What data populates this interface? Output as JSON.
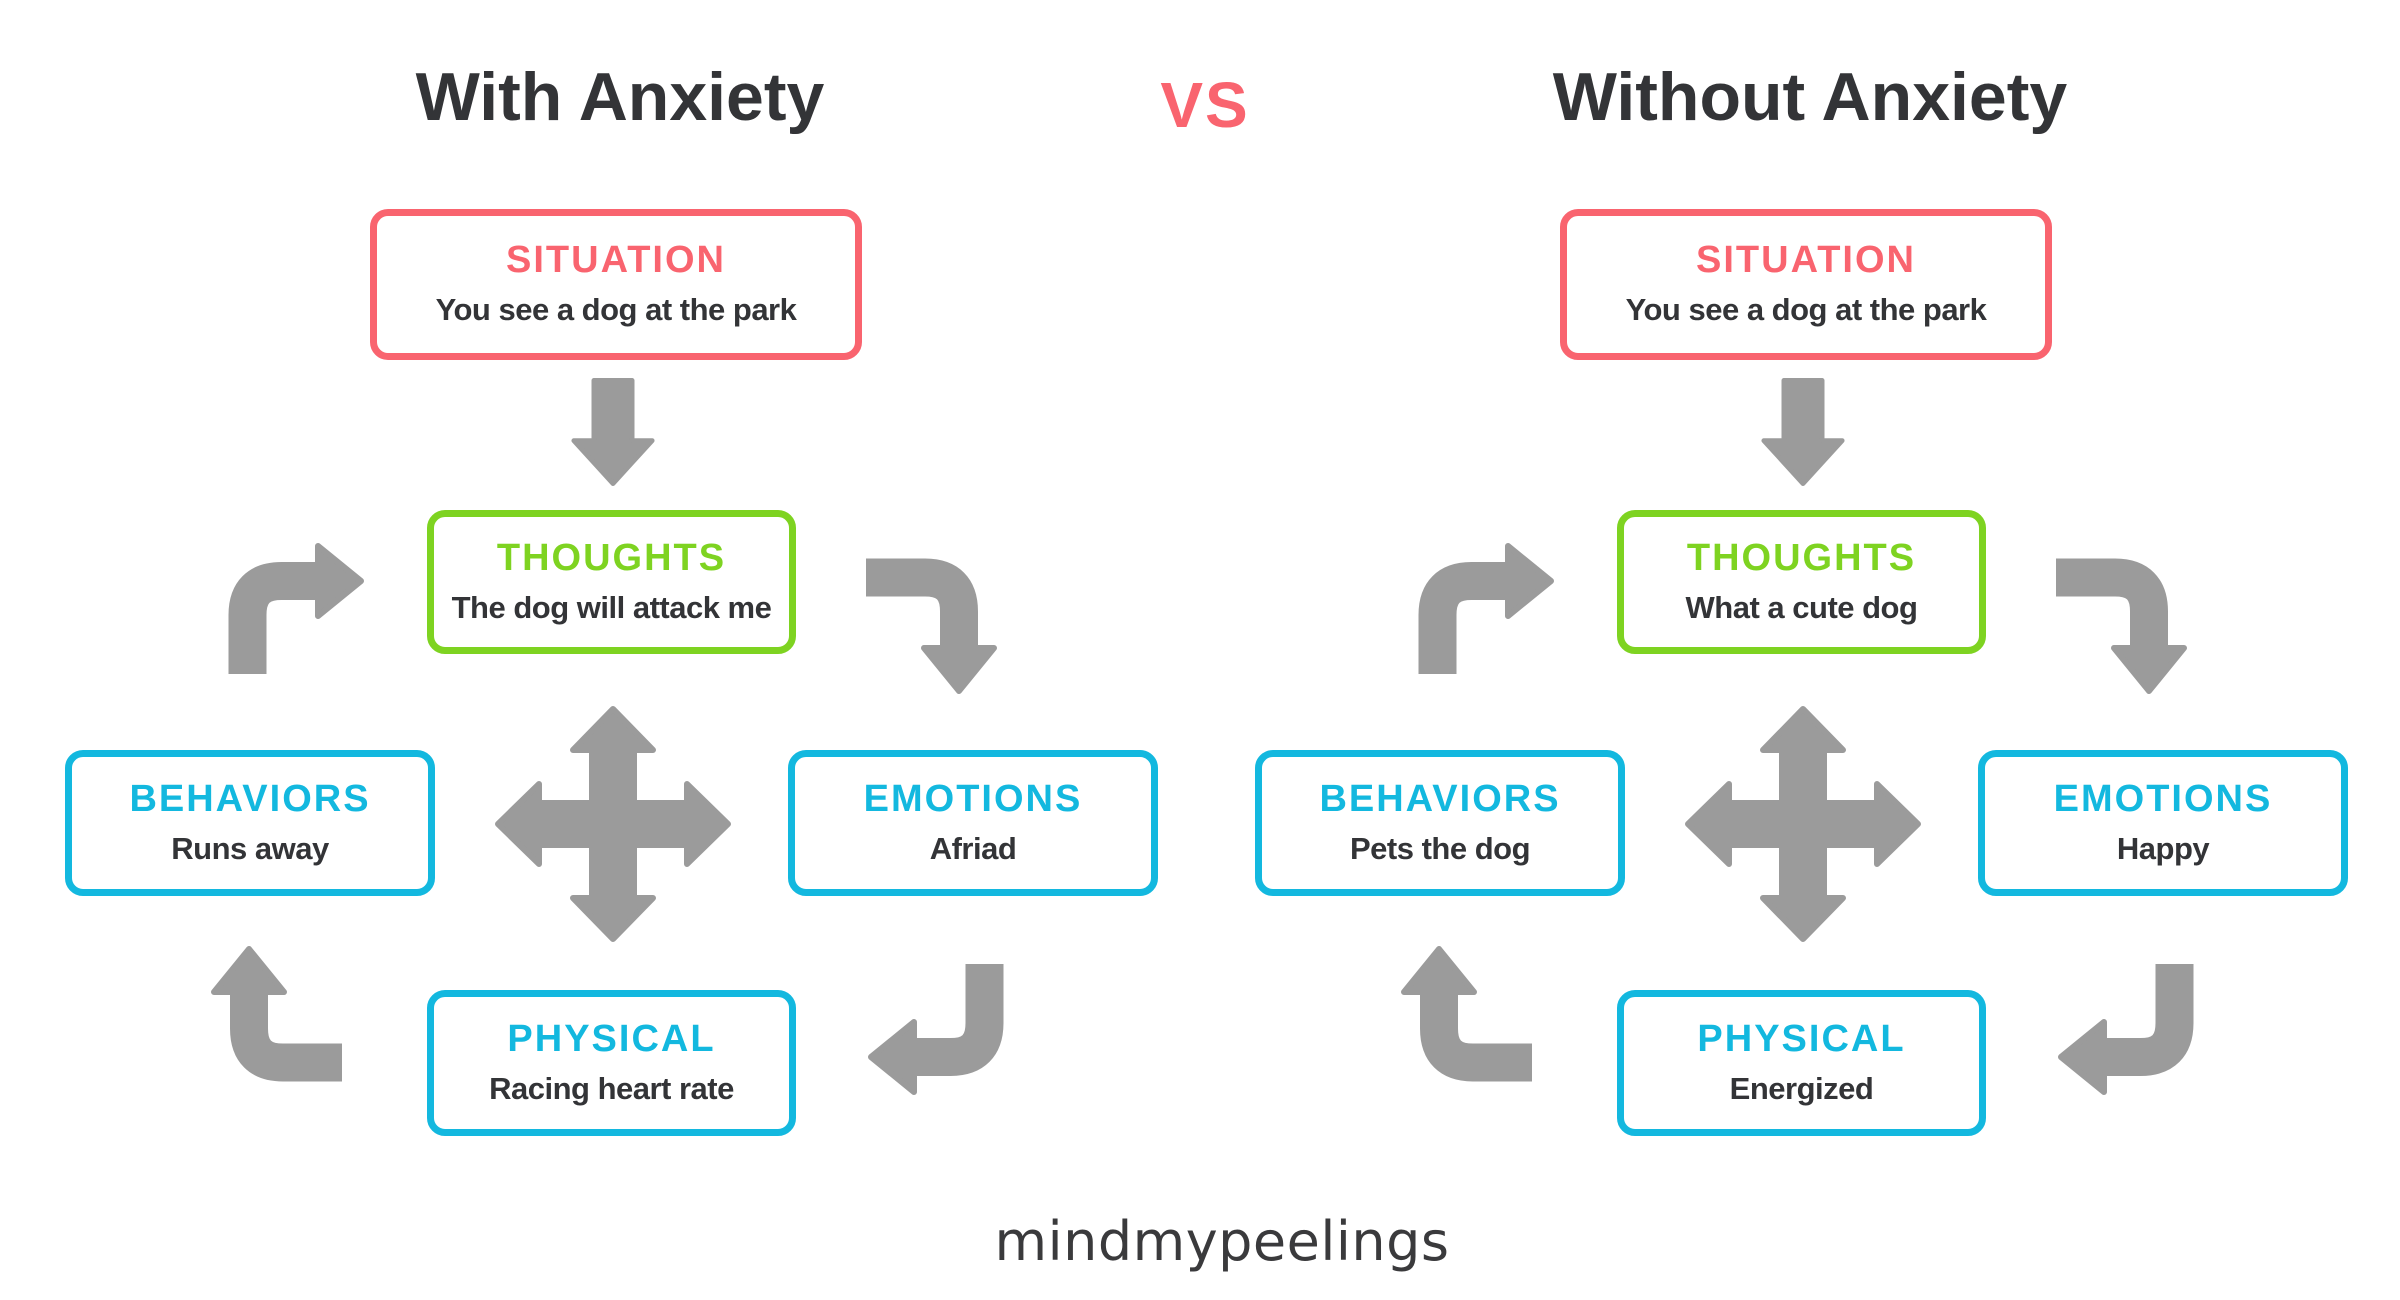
{
  "header": {
    "vs_label": "VS"
  },
  "colors": {
    "pink": "#F9646F",
    "green": "#7ED321",
    "cyan": "#13B8DF",
    "arrow_gray": "#9B9B9B",
    "dark": "#333437",
    "background": "#FFFFFF"
  },
  "icons": {
    "down_arrow": "block-arrow-down",
    "cycle_cross": "four-way-move-arrows",
    "turn_arrow": "l-shaped-turn-arrow"
  },
  "panels": [
    {
      "title": "With Anxiety",
      "boxes": {
        "situation": {
          "label": "SITUATION",
          "text": "You see a dog at the park"
        },
        "thoughts": {
          "label": "THOUGHTS",
          "text": "The dog will attack me"
        },
        "behaviors": {
          "label": "BEHAVIORS",
          "text": "Runs away"
        },
        "emotions": {
          "label": "EMOTIONS",
          "text": "Afriad"
        },
        "physical": {
          "label": "PHYSICAL",
          "text": "Racing heart rate"
        }
      }
    },
    {
      "title": "Without Anxiety",
      "boxes": {
        "situation": {
          "label": "SITUATION",
          "text": "You see a dog at the park"
        },
        "thoughts": {
          "label": "THOUGHTS",
          "text": "What a cute dog"
        },
        "behaviors": {
          "label": "BEHAVIORS",
          "text": "Pets the dog"
        },
        "emotions": {
          "label": "EMOTIONS",
          "text": "Happy"
        },
        "physical": {
          "label": "PHYSICAL",
          "text": "Energized"
        }
      }
    }
  ],
  "footer": {
    "brand": "mindmypeelings"
  }
}
